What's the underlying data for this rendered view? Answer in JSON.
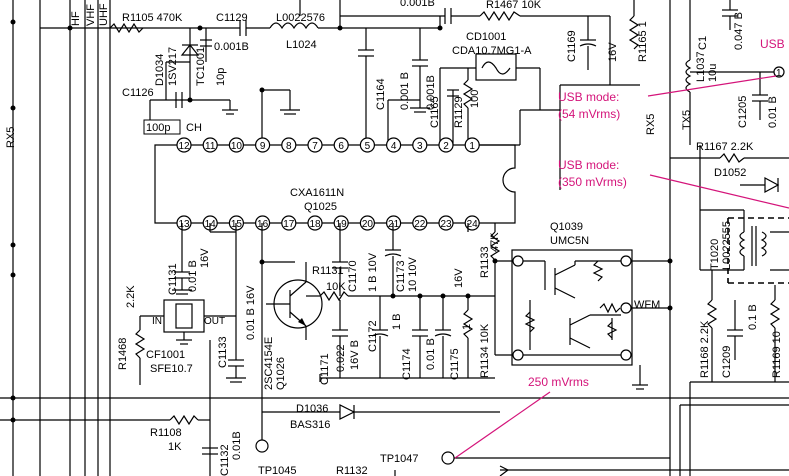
{
  "ic_main": {
    "part": "CXA1611N",
    "ref": "Q1025",
    "pins_top": [
      "12",
      "11",
      "10",
      "9",
      "8",
      "7",
      "6",
      "5",
      "4",
      "3",
      "2",
      "1"
    ],
    "pins_bottom": [
      "13",
      "14",
      "15",
      "16",
      "17",
      "18",
      "19",
      "20",
      "21",
      "22",
      "23",
      "24"
    ]
  },
  "components": {
    "r1105": "R1105 470K",
    "c1129": "C1129",
    "c1129_val": "0.001B",
    "l0022576": "L0022576",
    "l1024": "L1024",
    "c_top_val": "0.001B",
    "r1467": "R1467 10K",
    "c1169": "C1169",
    "c1169_v": "16V",
    "r1165": "R1165 1",
    "d1034": "D1034",
    "d1034_type": "1SV217",
    "tc1001": "TC1001",
    "tc_val": "10p",
    "c1126": "C1126",
    "c100p": "100p",
    "ch": "CH",
    "c1164": "C1164",
    "c1164_val": "0.001 B",
    "c_mid_val": "0.001B",
    "c1165": "C1165",
    "r1129": "R1129",
    "r1129_val": "100",
    "cd1001": "CD1001",
    "cd1001_type": "CDA10.7MG1-A",
    "l1037": "L1037",
    "l1037_val": "10u",
    "c1205": "C1205",
    "c1205_val": "0.01 B",
    "c_tr_val": "0.047 B",
    "tx5": "TX5",
    "rx5_right": "RX5",
    "rx5_left": "RX5",
    "r1167": "R1167 2.2K",
    "d1052": "D1052",
    "t1020": "T1020",
    "l0022555": "L0022555",
    "q1039": "Q1039",
    "umc5n": "UMC5N",
    "wfm": "WFM",
    "r1133": "R1133",
    "r1133_val": "47K",
    "r1133_v": "16V",
    "c1131": "C1131",
    "c1131_val": "0.01 B",
    "c1131_v": "16V",
    "r1131": "R1131",
    "r_10k": "10K",
    "c1170": "C1170",
    "c1170_val": "1 B 10V",
    "c1173": "C1173",
    "c1173_val": "10 10V",
    "c1133": "C1133",
    "c1133_val": "0.01 B 16V",
    "q1026": "Q1026",
    "q1026_type": "2SC4154E",
    "c1171": "C1171",
    "c1171_val": "0.022",
    "c1171_v": "16V B",
    "c1172": "C1172",
    "c1172_val": "1 B",
    "c1174": "C1174",
    "c1174_val": "0.01 B",
    "c1175": "C1175",
    "c1175_val": "1",
    "r1134": "R1134 10K",
    "r1468": "R1468",
    "r1468_val": "2.2K",
    "cf1001": "CF1001",
    "sfe": "SFE10.7",
    "in": "IN",
    "out": "OUT",
    "r1108": "R1108",
    "r1108_val": "1K",
    "d1036": "D1036",
    "bas316": "BAS316",
    "c1132": "C1132",
    "c1132_val": "0.01B",
    "tp1045": "TP1045",
    "r1132": "R1132",
    "tp1047": "TP1047",
    "r1168": "R1168 2.2K",
    "c1209": "C1209",
    "c1209_val": "0.1 B",
    "r1169": "R1169 10",
    "hf": "HF",
    "vhf": "VHF",
    "uhf": "UHF",
    "usb_cut": "USB",
    "node_1": "1"
  },
  "annotations": {
    "usb54_line1": "USB mode:",
    "usb54_line2": "(54 mVrms)",
    "usb350_line1": "USB mode:",
    "usb350_line2": "(350 mVrms)",
    "mv250": "250 mVrms"
  },
  "colors": {
    "annotation": "#d4147a",
    "ink": "#000000",
    "background": "#ffffff"
  }
}
